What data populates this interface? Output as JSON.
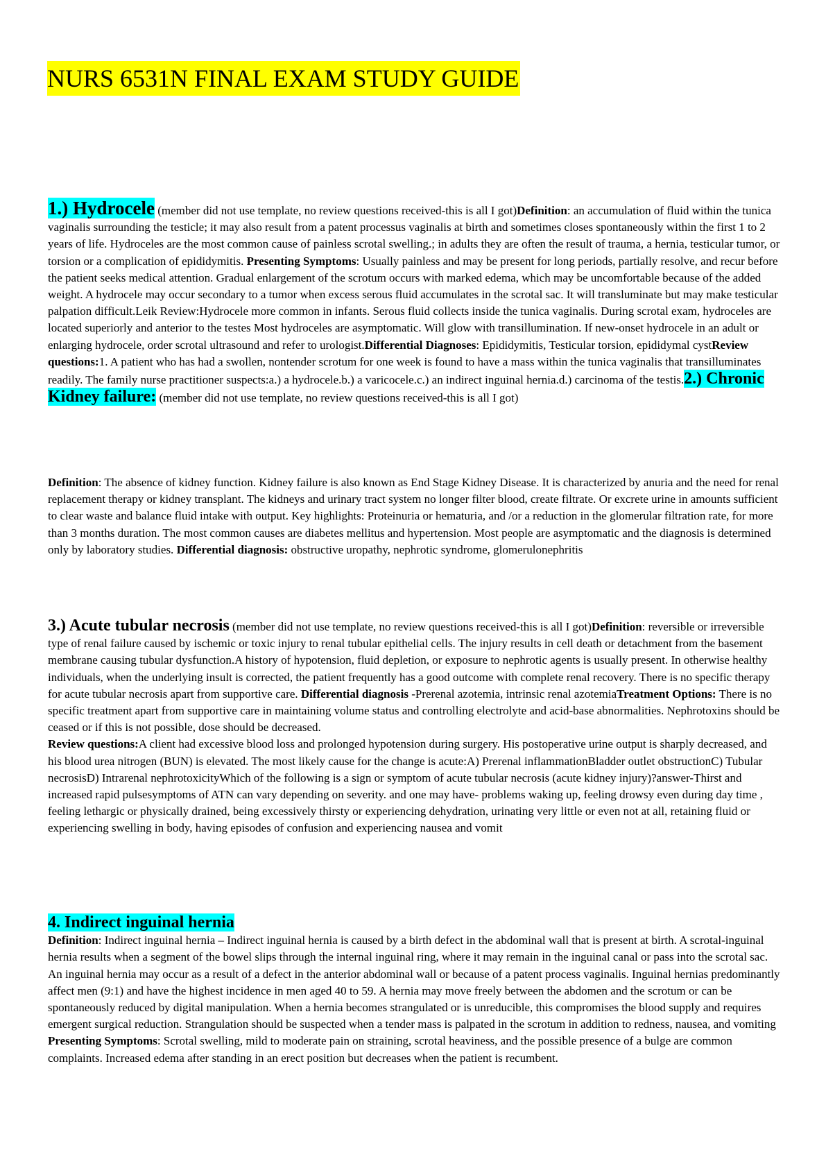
{
  "title": "NURS 6531N FINAL EXAM STUDY GUIDE",
  "s1": {
    "heading": "1.) Hydrocele",
    "note": " (member did not use template, no review questions received-this is all I got)",
    "def_label": "Definition",
    "def_text": ": an accumulation of fluid within the tunica vaginalis surrounding the testicle; it may also result from a patent processus vaginalis at birth and sometimes closes spontaneously within the first 1 to 2 years of life. Hydroceles are the most common cause of painless scrotal swelling.; in adults they are often the result of trauma, a hernia, testicular tumor, or torsion or a complication of epididymitis.",
    "ps_label": "Presenting Symptoms",
    "ps_text": ": Usually painless and may be present for long periods, partially resolve, and recur before the patient seeks medical attention. Gradual enlargement of the scrotum occurs with marked edema, which may be uncomfortable because of the added weight. A hydrocele may occur secondary to a tumor when excess serous fluid accumulates in the scrotal sac. It will transluminate but may make testicular palpation difficult.Leik Review:Hydrocele more common in infants. Serous fluid collects inside the tunica vaginalis. During scrotal exam, hydroceles are located superiorly and anterior to the testes Most hydroceles are asymptomatic. Will glow with transillumination. If new-onset hydrocele in an adult or enlarging hydrocele, order scrotal ultrasound and refer to urologist.",
    "dd_label": "Differential Diagnoses",
    "dd_text": ": Epididymitis, Testicular torsion, epididymal cyst",
    "rq_label": "Review questions:",
    "rq_text": "1. A patient who has had a swollen, nontender scrotum for one week is found to have a mass within the tunica vaginalis that transilluminates readily. The family nurse practitioner suspects:a.) a hydrocele.b.) a varicocele.c.) an indirect inguinal hernia.d.) carcinoma of the testis."
  },
  "s2": {
    "heading": "2.) Chronic Kidney failure:",
    "note": " (member did not use template, no review questions received-this is all I got)",
    "def_label": "Definition",
    "def_text": ": The absence of kidney function. Kidney failure is also known as End Stage Kidney Disease. It is characterized by anuria and the need for renal replacement therapy or kidney transplant. The kidneys and urinary tract system no longer filter blood, create filtrate. Or excrete urine in amounts sufficient to clear waste and balance fluid intake with output. Key highlights: Proteinuria or hematuria, and /or a reduction in the glomerular filtration rate, for more than 3 months duration. The most common causes are diabetes mellitus and hypertension. Most people are asymptomatic and the diagnosis is determined only by laboratory studies. ",
    "dd_label": "Differential diagnosis:",
    "dd_text": " obstructive uropathy, nephrotic syndrome, glomerulonephritis"
  },
  "s3": {
    "heading": "3.) Acute tubular necrosis",
    "note": " (member did not use template, no review questions received-this is all I got)",
    "def_label": "Definition",
    "def_text": ": reversible or irreversible type of renal failure caused by ischemic or toxic injury to renal tubular epithelial cells. The injury results in cell death or detachment from the basement membrane causing tubular dysfunction.A history of hypotension, fluid depletion, or exposure to nephrotic agents is usually present. In otherwise healthy individuals, when the underlying insult is corrected, the patient frequently has a good outcome with complete renal recovery. There is no specific therapy for acute tubular necrosis apart from supportive care. ",
    "dd_label": "Differential diagnosis",
    "dd_text": " -Prerenal azotemia, intrinsic renal azotemia",
    "tx_label": "Treatment Options:",
    "tx_text": " There is no specific treatment apart from supportive care in maintaining volume status and controlling electrolyte and acid-base abnormalities. Nephrotoxins should be ceased or if this is not possible, dose should be decreased.",
    "rq_label": "Review questions:",
    "rq_text": "A client had excessive blood loss and prolonged hypotension during surgery. His postoperative urine output is sharply decreased, and his blood urea nitrogen (BUN) is elevated. The most likely cause for the change is acute:A) Prerenal inflammationBladder outlet obstructionC) Tubular necrosisD) Intrarenal nephrotoxicityWhich of the following is a sign or symptom of acute tubular necrosis (acute kidney injury)?answer-Thirst and increased rapid pulsesymptoms of ATN can vary depending on severity. and one may have- problems waking up, feeling drowsy even during day time , feeling lethargic or physically drained, being excessively thirsty or experiencing dehydration, urinating very little or even not at all, retaining fluid or experiencing swelling in body, having episodes of confusion and experiencing nausea and vomit"
  },
  "s4": {
    "heading": "4. Indirect inguinal hernia",
    "def_label": "Definition",
    "def_text": ": Indirect inguinal hernia – Indirect inguinal hernia is caused by a birth defect in the abdominal wall that is present at birth. A scrotal-inguinal hernia results when a segment of the bowel slips through the internal inguinal ring, where it may remain in the inguinal canal or pass into the scrotal sac. An inguinal hernia may occur as a result of a defect in the anterior abdominal wall or because of a patent process vaginalis. Inguinal hernias predominantly affect men (9:1) and have the highest incidence in men aged 40 to 59. A hernia may move freely between the abdomen and the scrotum or can be spontaneously reduced by digital manipulation. When a hernia becomes strangulated or is unreducible, this compromises the blood supply and requires emergent surgical reduction. Strangulation should be suspected when a tender mass is palpated in the scrotum in addition to redness, nausea, and vomiting",
    "ps_label": "Presenting Symptoms",
    "ps_text": ": Scrotal swelling, mild to moderate pain on straining, scrotal heaviness, and the possible presence of a bulge are common complaints. Increased edema after standing in an erect position but decreases when the patient is recumbent."
  },
  "colors": {
    "title_highlight": "#ffff00",
    "heading_highlight": "#00ffff"
  }
}
